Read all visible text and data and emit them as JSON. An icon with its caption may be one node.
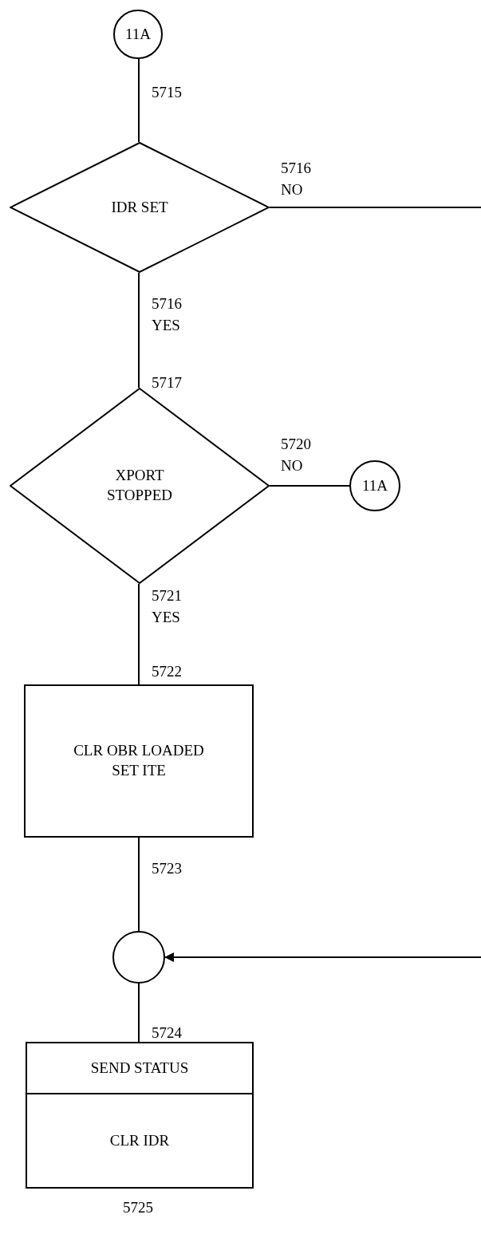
{
  "diagram": {
    "nodes": [
      {
        "text": [
          "11A"
        ]
      },
      {
        "text": [
          "IDR SET"
        ]
      },
      {
        "text": [
          "XPORT STOPPED"
        ]
      },
      {
        "text": [
          "11A"
        ]
      },
      {
        "text": [
          "CLR OBR LOADED SET ITE"
        ]
      },
      {
        "text": [],
        "shape": "circle"
      },
      {
        "text": [
          "SEND STATUS",
          "CLR IDR"
        ],
        "beside": [
          "5725"
        ]
      }
    ],
    "edges": [
      {
        "from": 0,
        "to": 1,
        "arrow": "none",
        "label": "5715"
      },
      {
        "from": 1,
        "to": null,
        "arrow": "none",
        "label": "5716 NO"
      },
      {
        "from": 1,
        "to": 2,
        "arrow": "none",
        "label": "5716 YES"
      },
      {
        "from": 2,
        "to": 3,
        "arrow": "none",
        "label": "5720 NO"
      },
      {
        "from": 2,
        "to": 4,
        "arrow": "none",
        "label": "5721 YES"
      },
      {
        "from": 4,
        "to": 5,
        "arrow": "none",
        "label": "5723"
      },
      {
        "from": null,
        "to": 5,
        "arrow": "to"
      },
      {
        "from": 5,
        "to": 6,
        "arrow": "none",
        "label": "5724"
      }
    ],
    "labels": [
      "5717",
      "5722"
    ]
  }
}
